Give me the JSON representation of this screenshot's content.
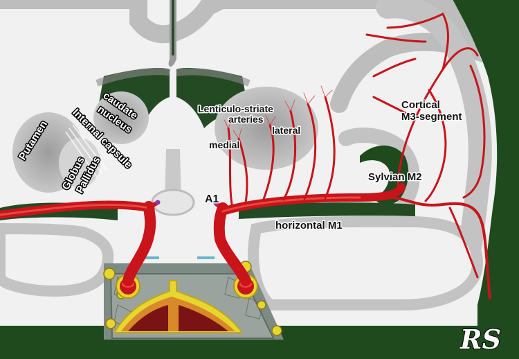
{
  "labels": {
    "putamen": "Putamen",
    "caudate_1": "caudate",
    "caudate_2": "nucleus",
    "internal_capsule": "Internal capsule",
    "globus_1": "Globus",
    "globus_2": "Pallidus",
    "lenticulo_1": "Lenticulo-striate",
    "lenticulo_2": "arteries",
    "medial": "medial",
    "lateral": "lateral",
    "a1": "A1",
    "horizontal_m1": "horizontal M1",
    "sylvian_m2": "Sylvian M2",
    "cortical_1": "Cortical",
    "cortical_2": "M3-segment"
  },
  "signature": "RS",
  "colors": {
    "background": "#1e4a1e",
    "brain": "#f1f1f1",
    "grey_matter": "#b8b8b8",
    "ventricle": "#234a23",
    "artery": "#c8141a",
    "artery_highlight": "#ff6a5a",
    "bone": "#8e8e8e",
    "sinus_yellow": "#e8d630"
  }
}
